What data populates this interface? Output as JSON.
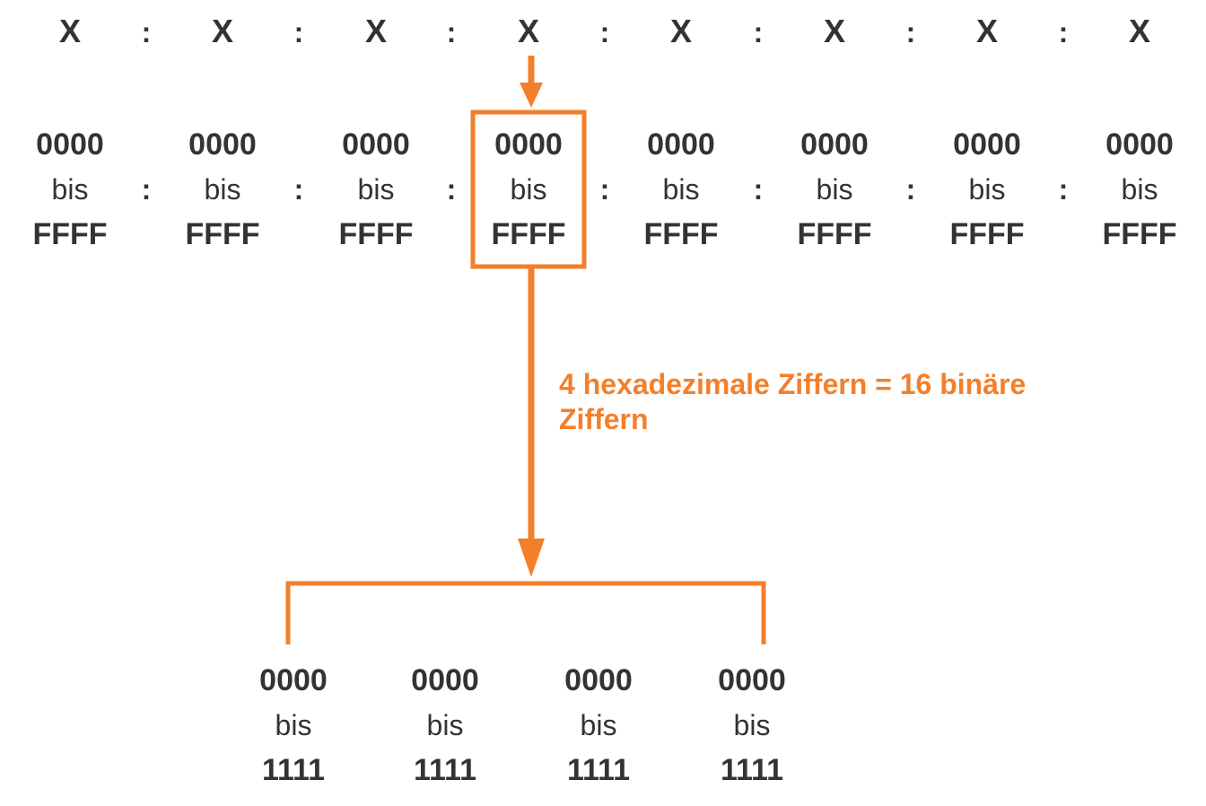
{
  "address_placeholders": [
    "X",
    "X",
    "X",
    "X",
    "X",
    "X",
    "X",
    "X"
  ],
  "separator": ":",
  "hextets": [
    {
      "from": "0000",
      "word": "bis",
      "to": "FFFF"
    },
    {
      "from": "0000",
      "word": "bis",
      "to": "FFFF"
    },
    {
      "from": "0000",
      "word": "bis",
      "to": "FFFF"
    },
    {
      "from": "0000",
      "word": "bis",
      "to": "FFFF"
    },
    {
      "from": "0000",
      "word": "bis",
      "to": "FFFF"
    },
    {
      "from": "0000",
      "word": "bis",
      "to": "FFFF"
    },
    {
      "from": "0000",
      "word": "bis",
      "to": "FFFF"
    },
    {
      "from": "0000",
      "word": "bis",
      "to": "FFFF"
    }
  ],
  "label": {
    "line1": "4 hexadezimale Ziffern = 16 binäre",
    "line2": "Ziffern"
  },
  "nibbles": [
    {
      "from": "0000",
      "word": "bis",
      "to": "1111"
    },
    {
      "from": "0000",
      "word": "bis",
      "to": "1111"
    },
    {
      "from": "0000",
      "word": "bis",
      "to": "1111"
    },
    {
      "from": "0000",
      "word": "bis",
      "to": "1111"
    }
  ],
  "colors": {
    "accent": "#f47f2a",
    "text": "#333333"
  }
}
